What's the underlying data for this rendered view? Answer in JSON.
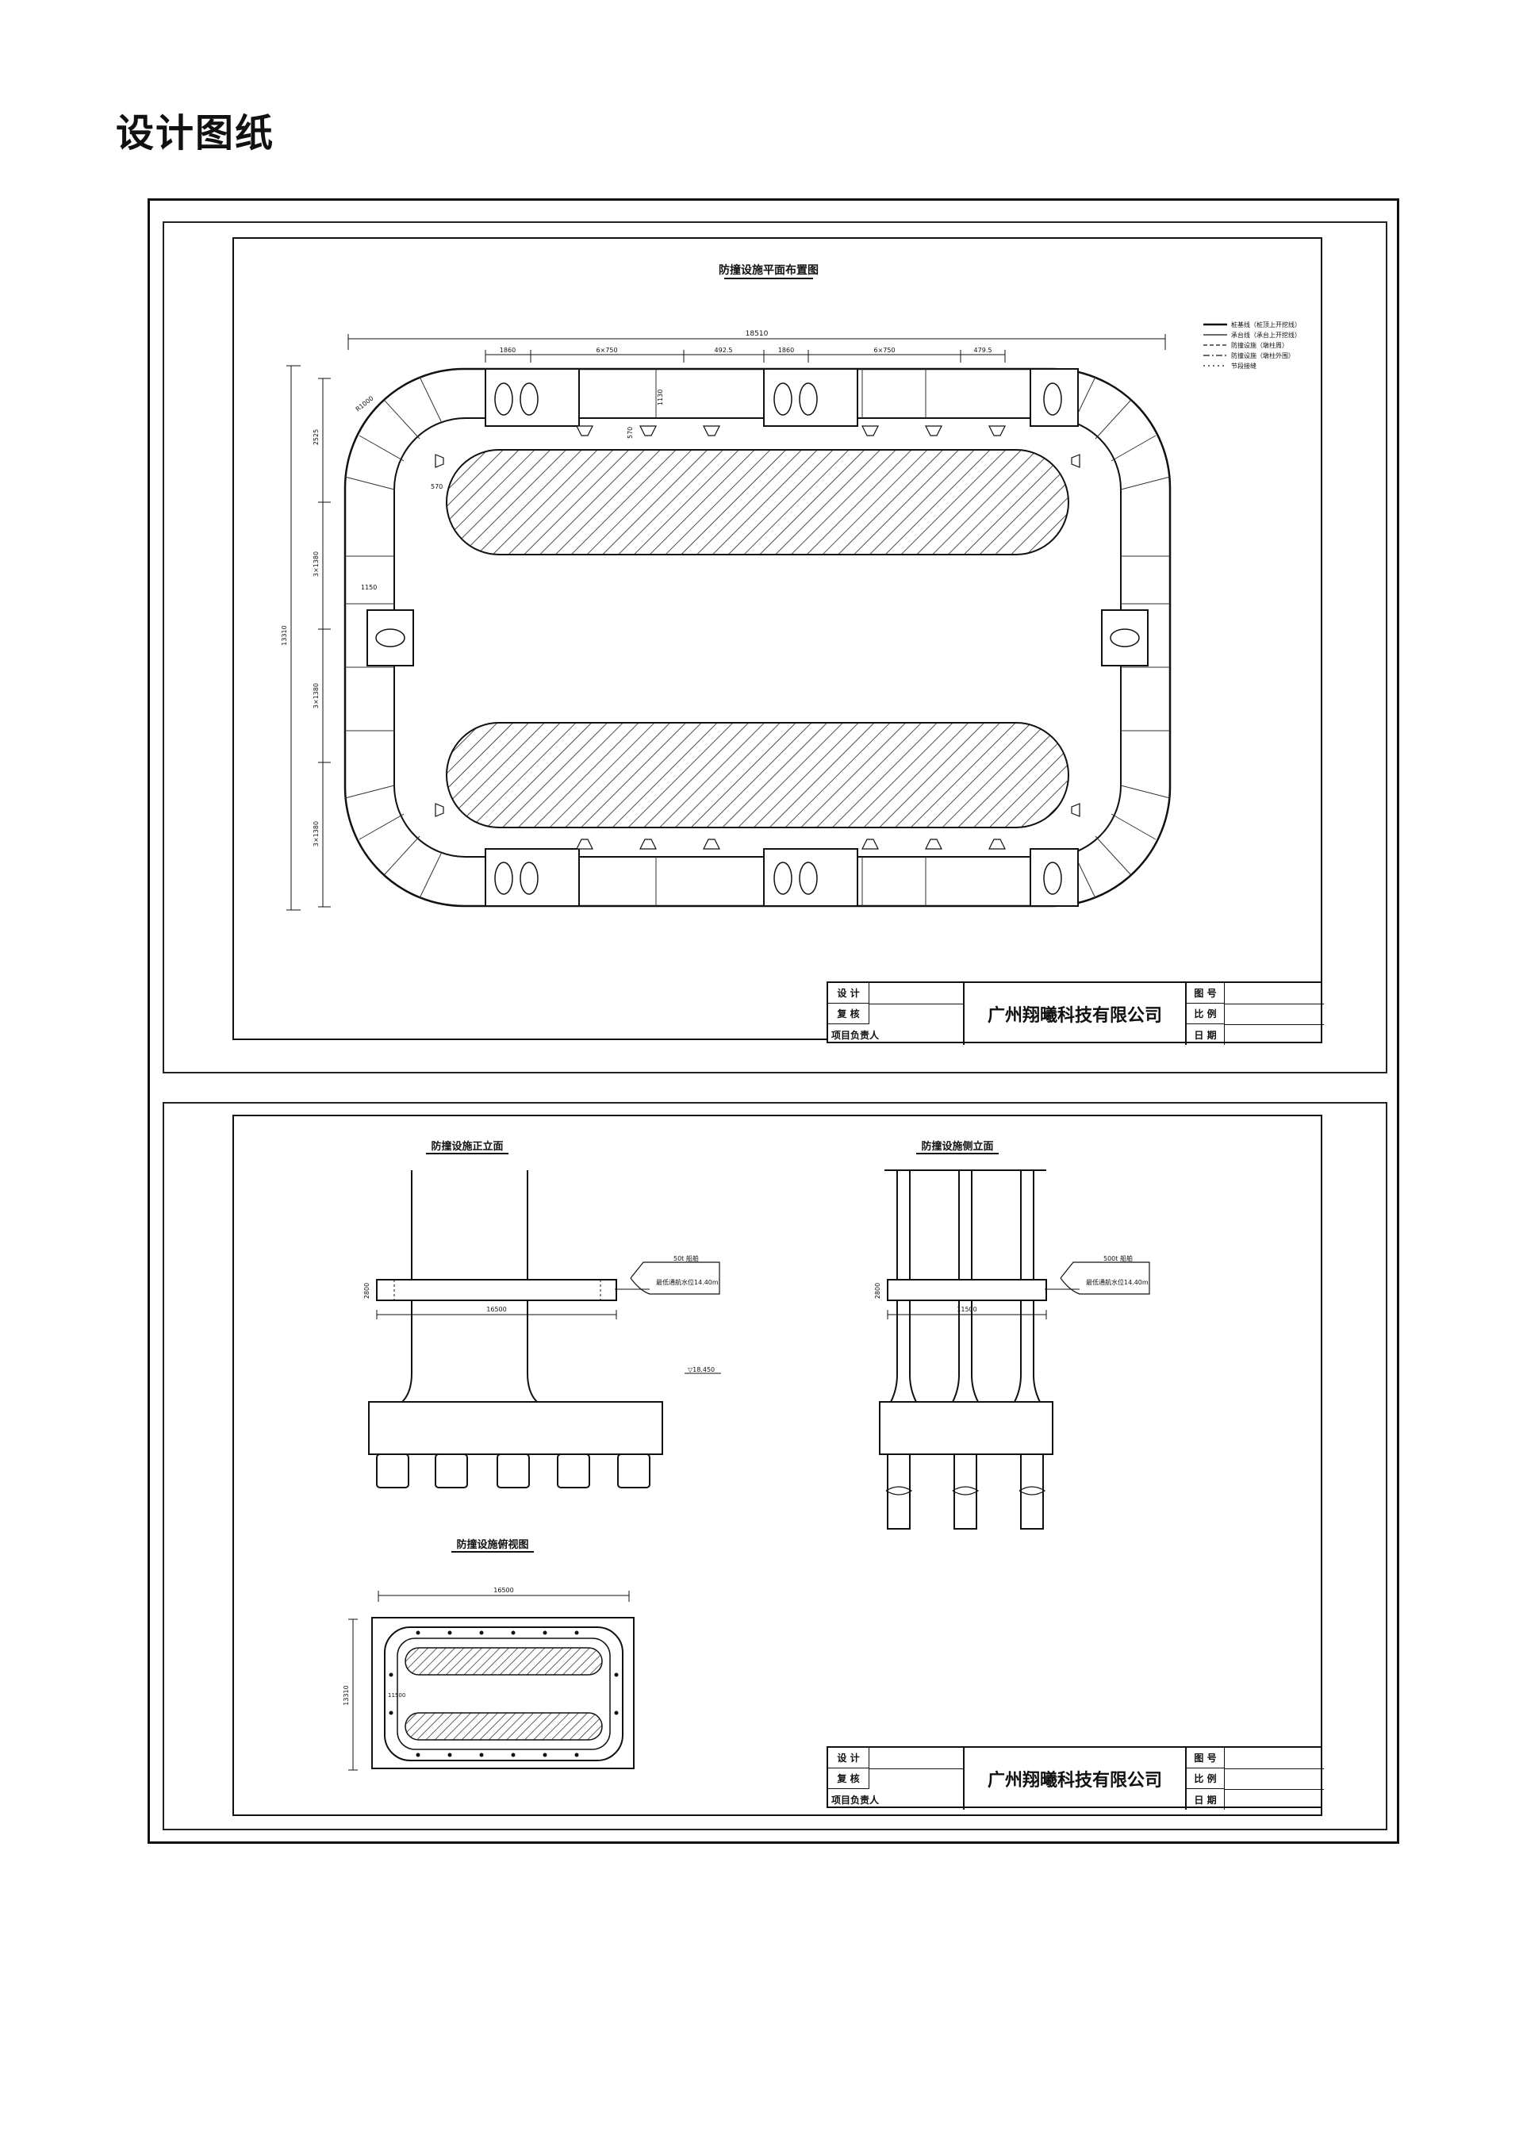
{
  "page": {
    "heading": "设计图纸"
  },
  "plan_sheet": {
    "title": "防撞设施平面布置图",
    "legend": [
      "桩基线（桩顶上开挖线）",
      "承台线（承台上开挖线）",
      "防撞设施（墩柱周）",
      "防撞设施（墩柱外围）",
      "节段接缝"
    ],
    "dims": {
      "overall_width": "18510",
      "top_segments": [
        "1860",
        "6×750",
        "492.5",
        "1860",
        "6×750",
        "479.5"
      ],
      "left_segments": [
        "2525",
        "3×1380",
        "3×1380",
        "3×1380"
      ],
      "left_total": "13310",
      "radius": "R1000",
      "small_1": "1150",
      "small_2": "570",
      "small_3": "1130",
      "small_4": "570"
    }
  },
  "elevation_sheet": {
    "front_title": "防撞设施正立面",
    "side_title": "防撞设施侧立面",
    "top_title": "防撞设施俯视图",
    "front": {
      "water_note": "50t 船舶",
      "water_level": "最低通航水位14.40m",
      "width_dim": "16500",
      "height_dim": "2800",
      "elev_note": "▽18.450"
    },
    "side": {
      "water_note": "500t 船舶",
      "water_level": "最低通航水位14.40m",
      "width_dim": "11500",
      "height_dim": "2800"
    },
    "top": {
      "width_dim": "16500",
      "height_dim": "13310",
      "small_dim": "11500"
    }
  },
  "title_block": {
    "company": "广州翔曦科技有限公司",
    "left_rows": [
      "设  计",
      "复  核",
      "项目负责人"
    ],
    "right_rows": [
      "图 号",
      "比 例",
      "日 期"
    ]
  }
}
